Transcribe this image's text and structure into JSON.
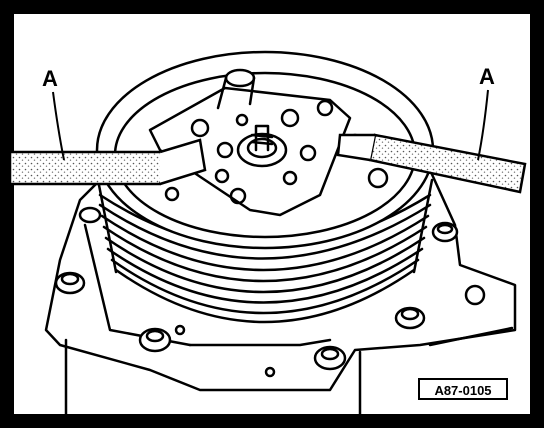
{
  "labels": {
    "callout_left": "A",
    "callout_right": "A",
    "figure_code": "A87-0105"
  },
  "colors": {
    "ink": "#000000",
    "paper": "#ffffff",
    "rod_hatch": "#bdbdbd"
  }
}
